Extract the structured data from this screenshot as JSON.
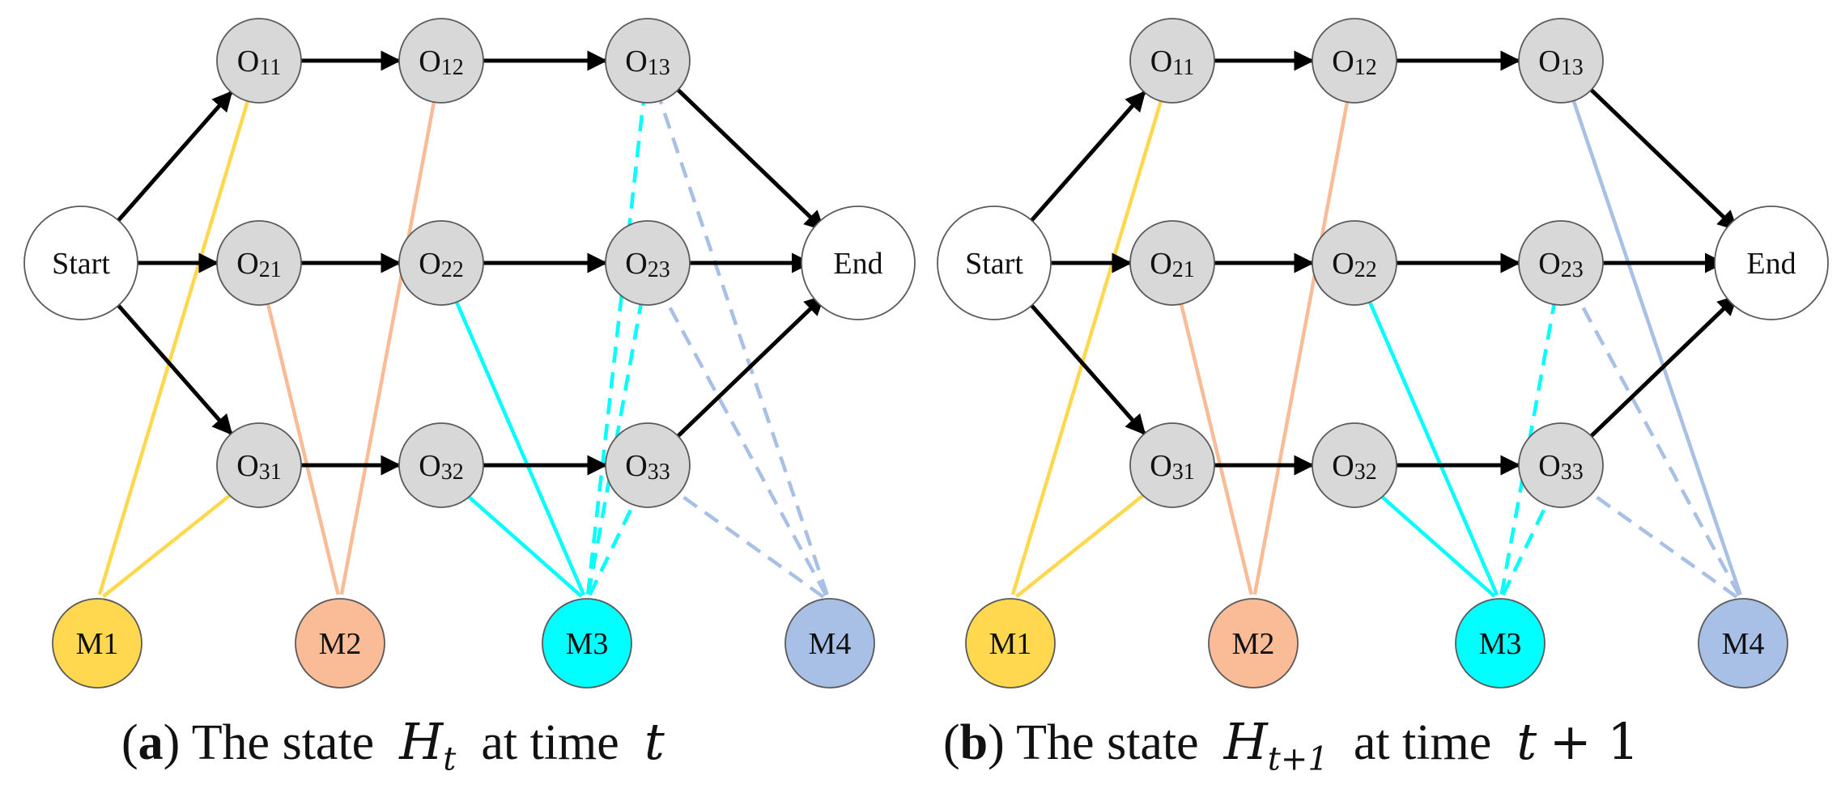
{
  "panels": [
    {
      "id": "a",
      "caption": {
        "label": "a",
        "text_before": "The state",
        "symbol": "H",
        "subscript": "t",
        "text_after": "at time",
        "time_var": "t",
        "time_suffix": ""
      },
      "start_label": "Start",
      "end_label": "End",
      "operations": [
        {
          "id": "O11",
          "letter": "O",
          "sub": "11"
        },
        {
          "id": "O12",
          "letter": "O",
          "sub": "12"
        },
        {
          "id": "O13",
          "letter": "O",
          "sub": "13"
        },
        {
          "id": "O21",
          "letter": "O",
          "sub": "21"
        },
        {
          "id": "O22",
          "letter": "O",
          "sub": "22"
        },
        {
          "id": "O23",
          "letter": "O",
          "sub": "23"
        },
        {
          "id": "O31",
          "letter": "O",
          "sub": "31"
        },
        {
          "id": "O32",
          "letter": "O",
          "sub": "32"
        },
        {
          "id": "O33",
          "letter": "O",
          "sub": "33"
        }
      ],
      "machines": [
        {
          "id": "M1",
          "label": "M1",
          "color": "#ffd84f"
        },
        {
          "id": "M2",
          "label": "M2",
          "color": "#f9bc96"
        },
        {
          "id": "M3",
          "label": "M3",
          "color": "#00ffff"
        },
        {
          "id": "M4",
          "label": "M4",
          "color": "#a8c0e6"
        }
      ],
      "assignments": [
        {
          "machine": "M1",
          "op": "O11",
          "style": "solid"
        },
        {
          "machine": "M1",
          "op": "O31",
          "style": "solid"
        },
        {
          "machine": "M2",
          "op": "O21",
          "style": "solid"
        },
        {
          "machine": "M2",
          "op": "O12",
          "style": "solid"
        },
        {
          "machine": "M3",
          "op": "O22",
          "style": "solid"
        },
        {
          "machine": "M3",
          "op": "O32",
          "style": "solid"
        },
        {
          "machine": "M3",
          "op": "O13",
          "style": "dashed"
        },
        {
          "machine": "M3",
          "op": "O23",
          "style": "dashed"
        },
        {
          "machine": "M3",
          "op": "O33",
          "style": "dashed"
        },
        {
          "machine": "M4",
          "op": "O13",
          "style": "dashed"
        },
        {
          "machine": "M4",
          "op": "O23",
          "style": "dashed"
        },
        {
          "machine": "M4",
          "op": "O33",
          "style": "dashed"
        }
      ]
    },
    {
      "id": "b",
      "caption": {
        "label": "b",
        "text_before": "The state",
        "symbol": "H",
        "subscript": "t+1",
        "text_after": "at time",
        "time_var": "t",
        "time_suffix": "+ 1"
      },
      "start_label": "Start",
      "end_label": "End",
      "operations": [
        {
          "id": "O11",
          "letter": "O",
          "sub": "11"
        },
        {
          "id": "O12",
          "letter": "O",
          "sub": "12"
        },
        {
          "id": "O13",
          "letter": "O",
          "sub": "13"
        },
        {
          "id": "O21",
          "letter": "O",
          "sub": "21"
        },
        {
          "id": "O22",
          "letter": "O",
          "sub": "22"
        },
        {
          "id": "O23",
          "letter": "O",
          "sub": "23"
        },
        {
          "id": "O31",
          "letter": "O",
          "sub": "31"
        },
        {
          "id": "O32",
          "letter": "O",
          "sub": "32"
        },
        {
          "id": "O33",
          "letter": "O",
          "sub": "33"
        }
      ],
      "machines": [
        {
          "id": "M1",
          "label": "M1",
          "color": "#ffd84f"
        },
        {
          "id": "M2",
          "label": "M2",
          "color": "#f9bc96"
        },
        {
          "id": "M3",
          "label": "M3",
          "color": "#00ffff"
        },
        {
          "id": "M4",
          "label": "M4",
          "color": "#a8c0e6"
        }
      ],
      "assignments": [
        {
          "machine": "M1",
          "op": "O11",
          "style": "solid"
        },
        {
          "machine": "M1",
          "op": "O31",
          "style": "solid"
        },
        {
          "machine": "M2",
          "op": "O21",
          "style": "solid"
        },
        {
          "machine": "M2",
          "op": "O12",
          "style": "solid"
        },
        {
          "machine": "M3",
          "op": "O22",
          "style": "solid"
        },
        {
          "machine": "M3",
          "op": "O32",
          "style": "solid"
        },
        {
          "machine": "M3",
          "op": "O23",
          "style": "dashed"
        },
        {
          "machine": "M3",
          "op": "O33",
          "style": "dashed"
        },
        {
          "machine": "M4",
          "op": "O13",
          "style": "solid"
        },
        {
          "machine": "M4",
          "op": "O23",
          "style": "dashed"
        },
        {
          "machine": "M4",
          "op": "O33",
          "style": "dashed"
        }
      ]
    }
  ]
}
